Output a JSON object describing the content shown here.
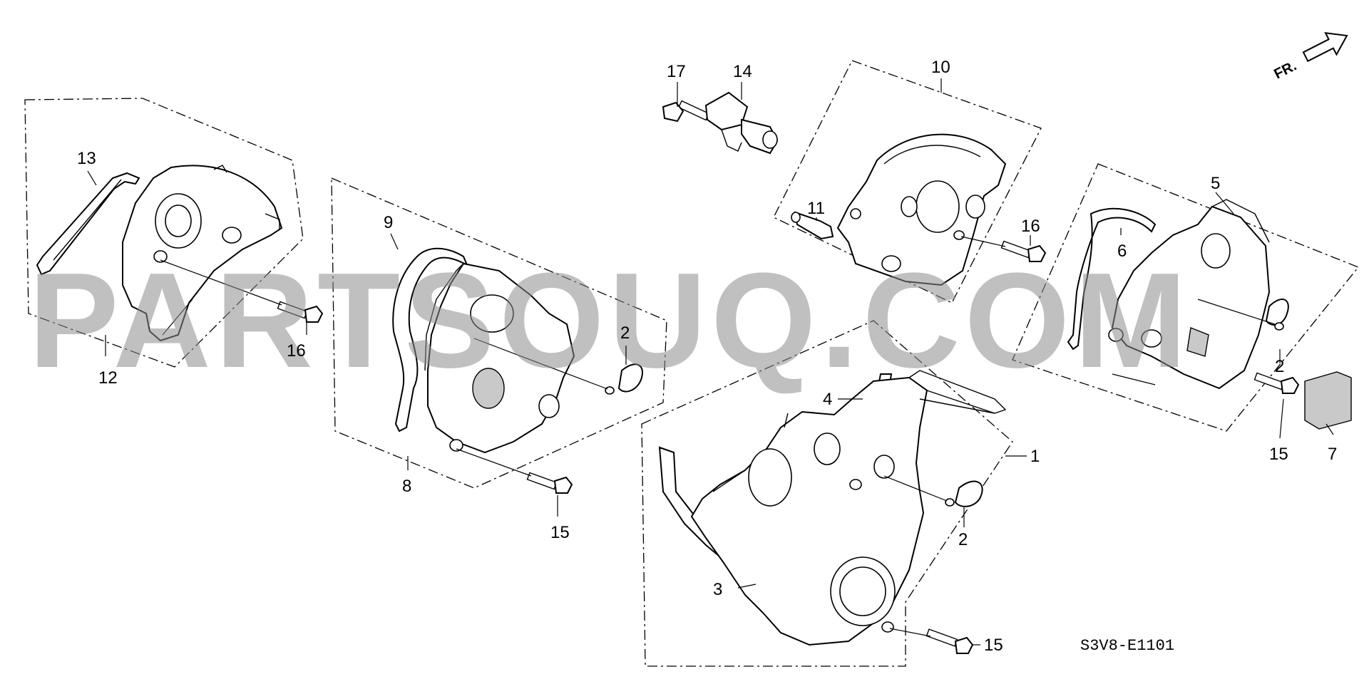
{
  "diagram": {
    "drawing_code": "S3V8-E1101",
    "front_marker": "FR.",
    "watermark": "PARTSOUQ.COM",
    "callouts": {
      "c1": "1",
      "c2a": "2",
      "c2b": "2",
      "c2c": "2",
      "c3": "3",
      "c4": "4",
      "c5": "5",
      "c6": "6",
      "c7": "7",
      "c8": "8",
      "c9": "9",
      "c10": "10",
      "c11": "11",
      "c12": "12",
      "c13": "13",
      "c14": "14",
      "c15a": "15",
      "c15b": "15",
      "c15c": "15",
      "c16a": "16",
      "c16b": "16",
      "c17": "17"
    }
  }
}
